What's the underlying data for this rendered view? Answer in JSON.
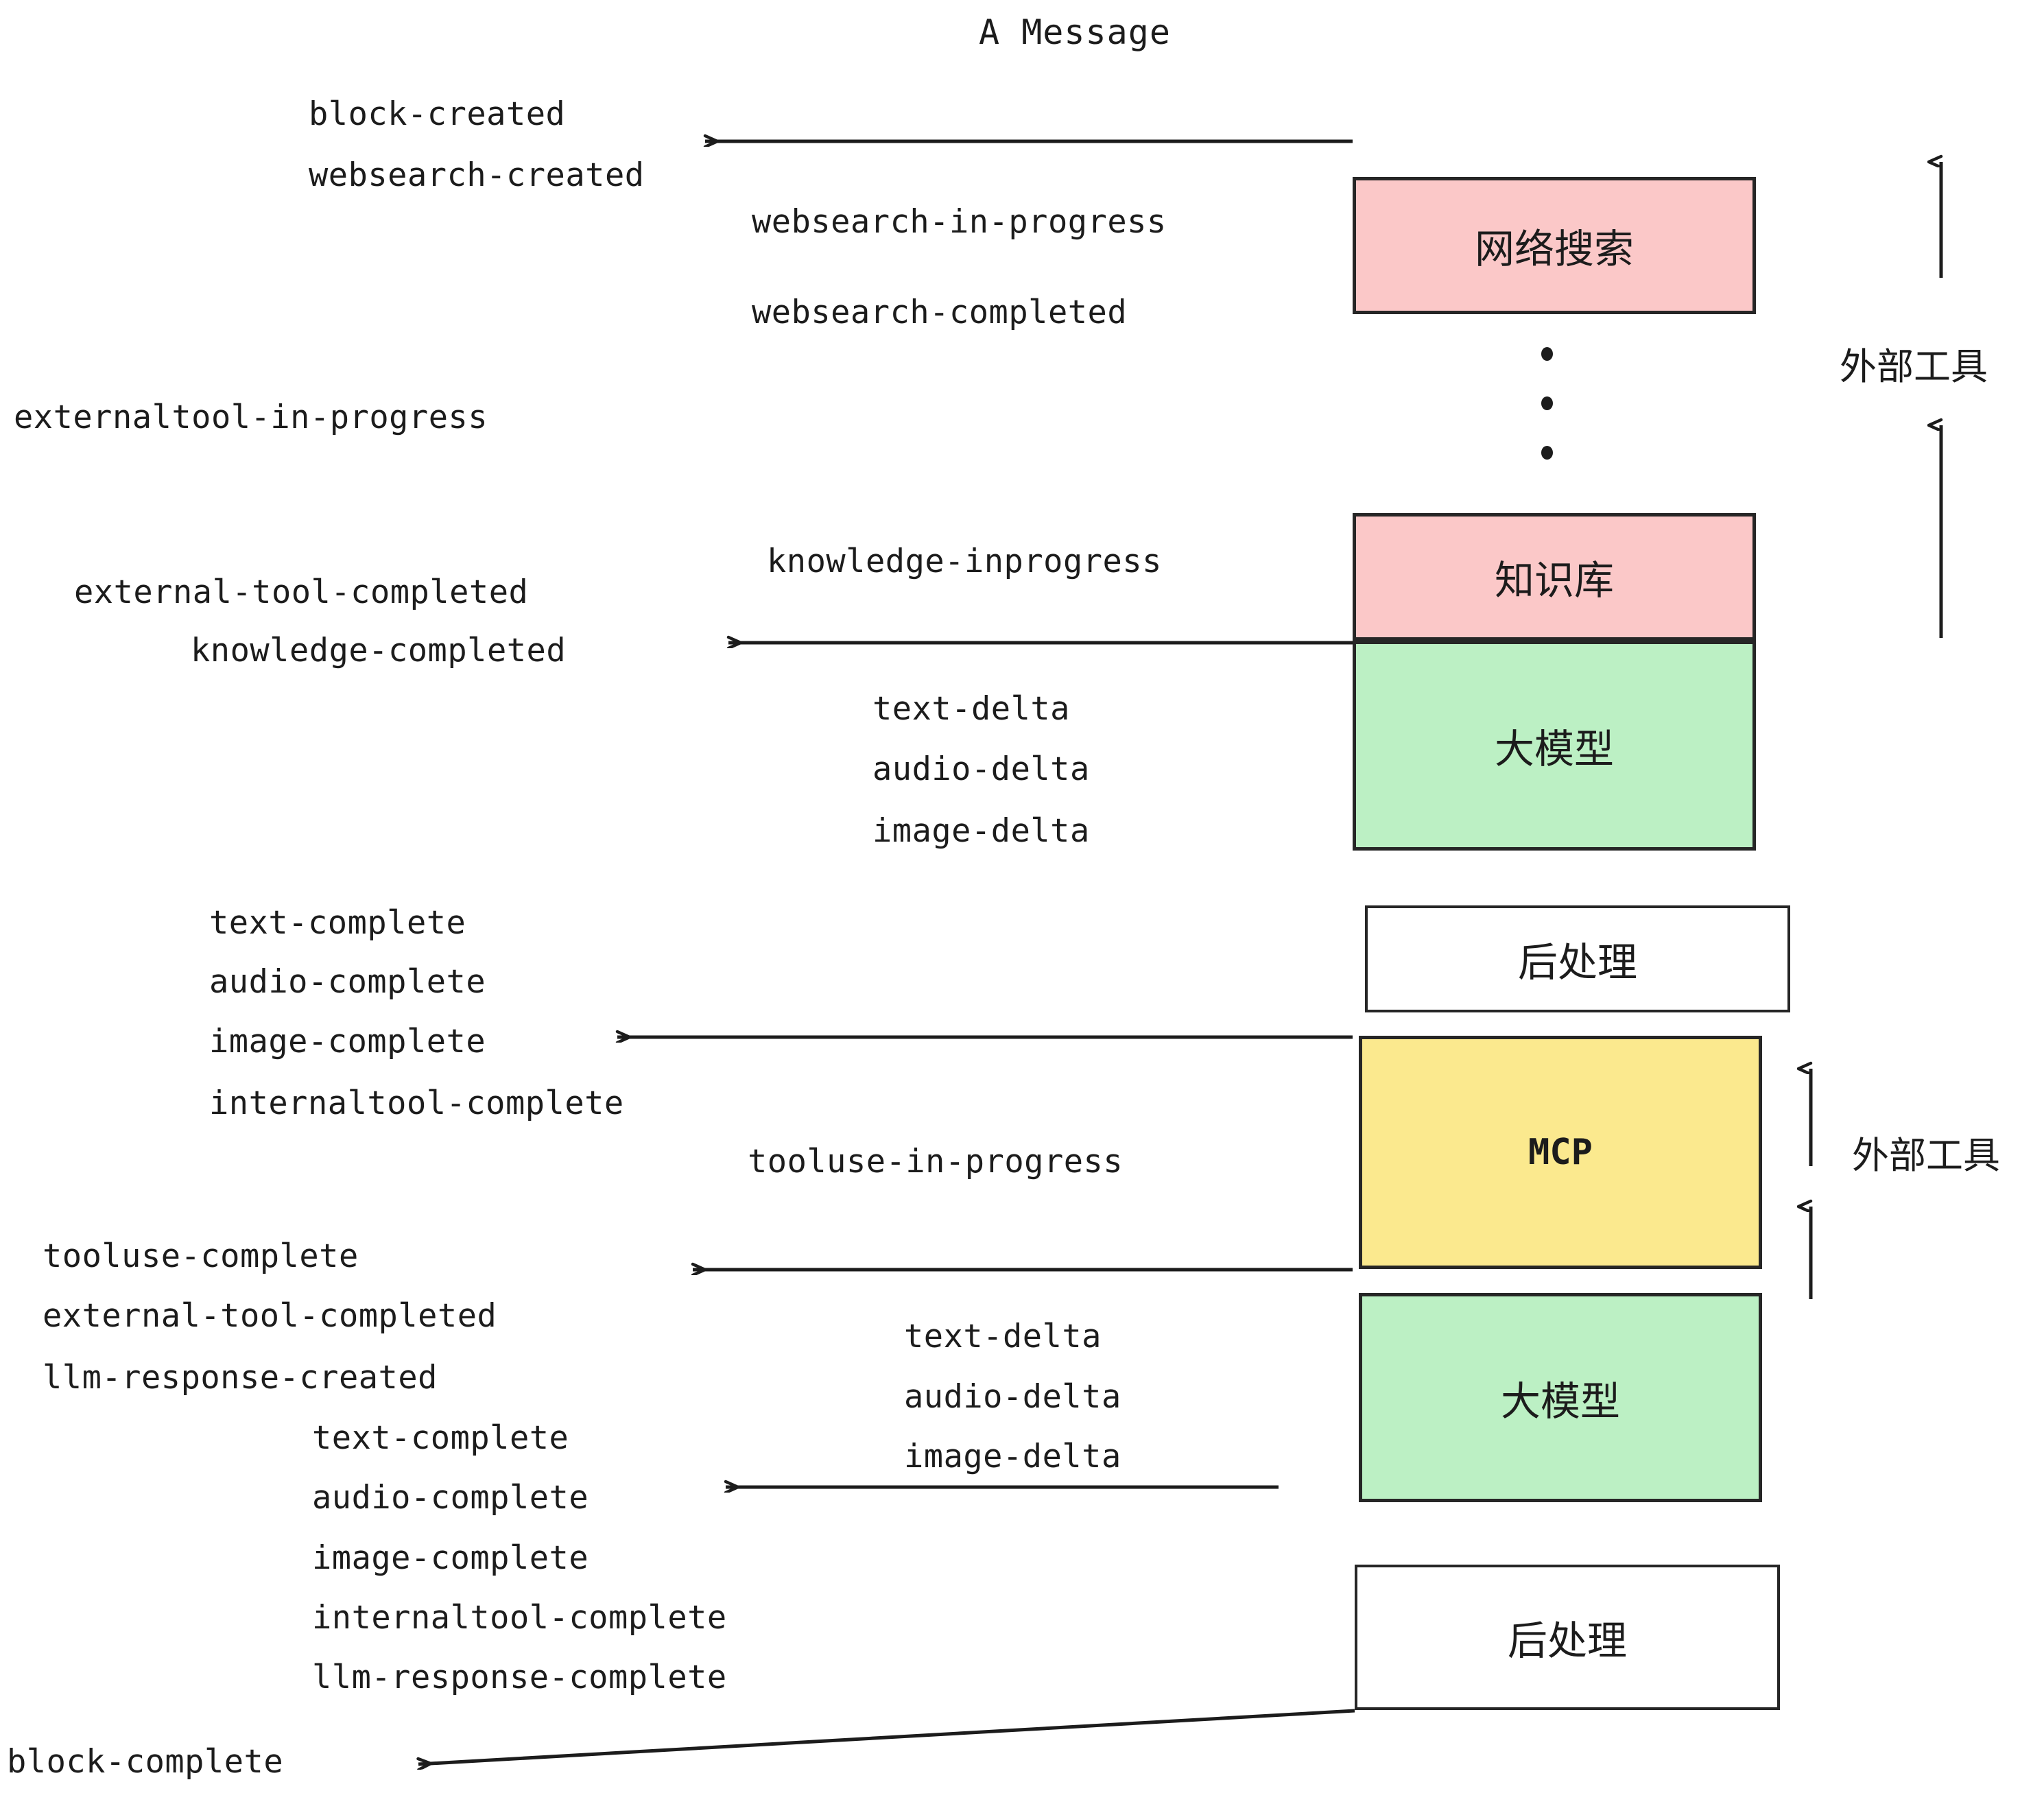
{
  "diagram": {
    "title": "A Message",
    "colors": {
      "pink": "#FBC8C8",
      "green": "#BCF0C4",
      "yellow": "#FBE98E",
      "white": "#FFFFFF",
      "stroke": "#262626",
      "text": "#1C1C1C"
    },
    "boxes": [
      {
        "id": "websearch",
        "label": "网络搜索",
        "fill": "#FBC8C8"
      },
      {
        "id": "knowledge",
        "label": "知识库",
        "fill": "#FBC8C8"
      },
      {
        "id": "llm-1",
        "label": "大模型",
        "fill": "#BCF0C4"
      },
      {
        "id": "postprocess-1",
        "label": "后处理",
        "fill": "#FFFFFF"
      },
      {
        "id": "mcp",
        "label": "MCP",
        "fill": "#FBE98E"
      },
      {
        "id": "llm-2",
        "label": "大模型",
        "fill": "#BCF0C4"
      },
      {
        "id": "postprocess-2",
        "label": "后处理",
        "fill": "#FFFFFF"
      }
    ],
    "side_annotations": [
      {
        "id": "external-tools-top",
        "label": "外部工具"
      },
      {
        "id": "external-tools-bottom",
        "label": "外部工具"
      }
    ],
    "events": {
      "block_created": "block-created",
      "websearch_created": "websearch-created",
      "websearch_in_progress": "websearch-in-progress",
      "websearch_completed": "websearch-completed",
      "externaltool_in_progress": "externaltool-in-progress",
      "knowledge_inprogress": "knowledge-inprogress",
      "external_tool_completed_1": "external-tool-completed",
      "knowledge_completed": "knowledge-completed",
      "text_delta_1": "text-delta",
      "audio_delta_1": "audio-delta",
      "image_delta_1": "image-delta",
      "text_complete_1": "text-complete",
      "audio_complete_1": "audio-complete",
      "image_complete_1": "image-complete",
      "internaltool_complete_1": "internaltool-complete",
      "tooluse_in_progress": "tooluse-in-progress",
      "tooluse_complete": "tooluse-complete",
      "external_tool_completed_2": "external-tool-completed",
      "llm_response_created": "llm-response-created",
      "text_complete_2": "text-complete",
      "text_delta_2": "text-delta",
      "audio_delta_2": "audio-delta",
      "image_delta_2": "image-delta",
      "audio_complete_2": "audio-complete",
      "image_complete_2": "image-complete",
      "internaltool_complete_2": "internaltool-complete",
      "llm_response_complete": "llm-response-complete",
      "block_complete": "block-complete"
    }
  }
}
